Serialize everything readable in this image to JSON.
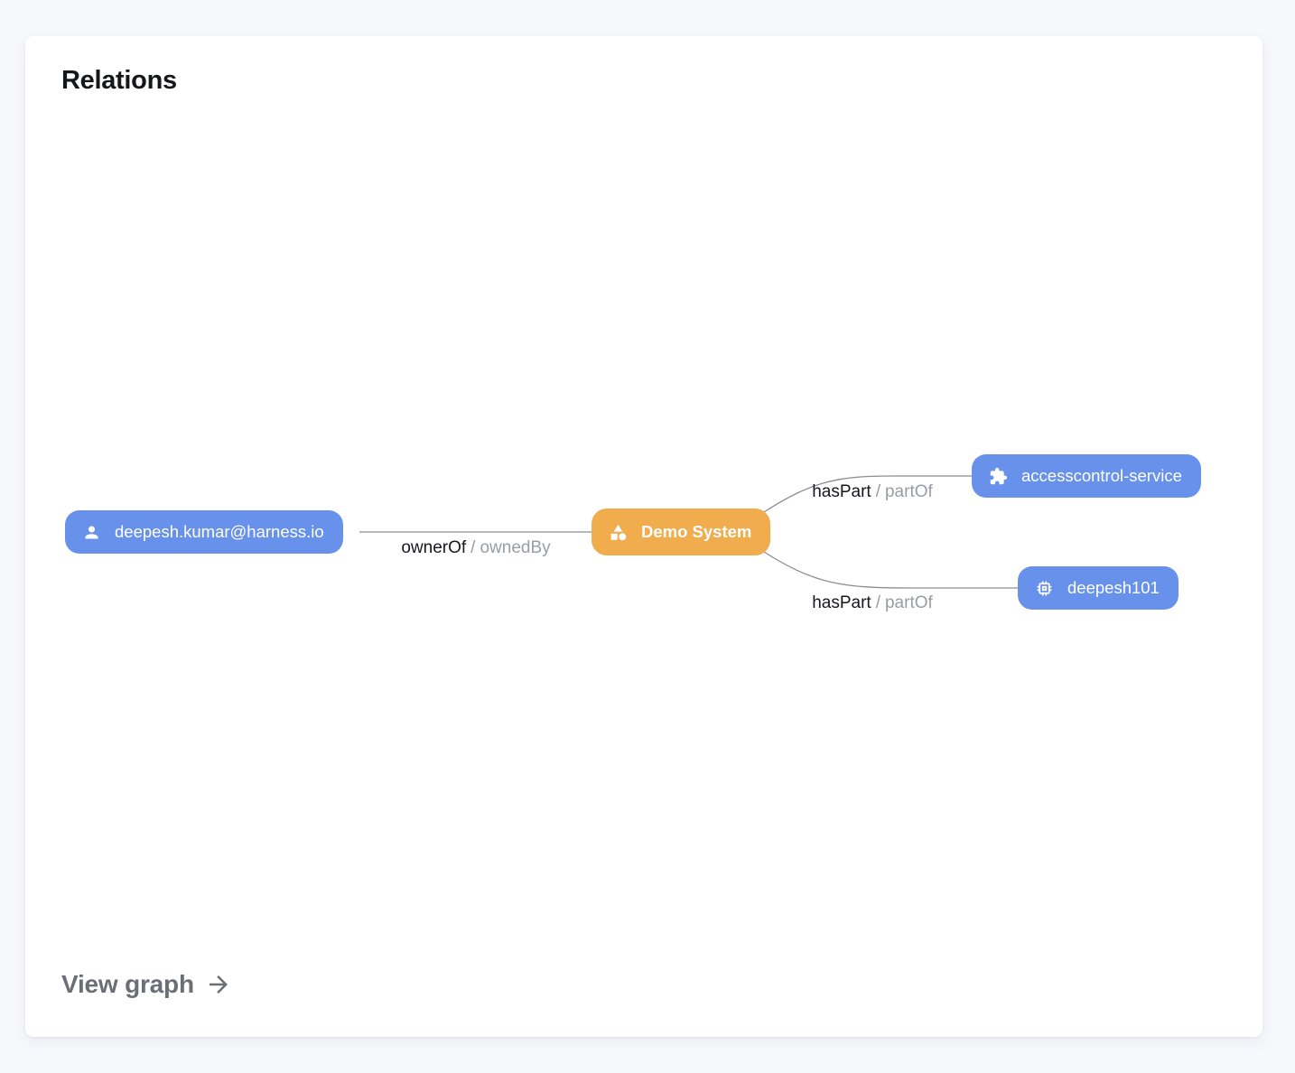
{
  "card": {
    "title": "Relations",
    "footer_link_label": "View graph"
  },
  "colors": {
    "page_background": "#f7f8fc",
    "card_background": "#ffffff",
    "node_blue": "#6791ea",
    "node_orange": "#f0ac4d",
    "edge_stroke": "#8b8e95",
    "edge_label_primary": "#17171f",
    "edge_label_secondary": "#989ca5",
    "title_text": "#16161d",
    "footer_text": "#6b6e74"
  },
  "nodes": [
    {
      "id": "user",
      "label": "deepesh.kumar@harness.io",
      "icon": "person-icon",
      "color": "blue"
    },
    {
      "id": "system",
      "label": "Demo System",
      "icon": "category-icon",
      "color": "orange"
    },
    {
      "id": "service",
      "label": "accesscontrol-service",
      "icon": "puzzle-icon",
      "color": "blue"
    },
    {
      "id": "component",
      "label": "deepesh101",
      "icon": "chip-icon",
      "color": "blue"
    }
  ],
  "edges": [
    {
      "from": "user",
      "to": "system",
      "primary": "ownerOf",
      "separator": "/",
      "secondary": "ownedBy"
    },
    {
      "from": "system",
      "to": "service",
      "primary": "hasPart",
      "separator": "/",
      "secondary": "partOf"
    },
    {
      "from": "system",
      "to": "component",
      "primary": "hasPart",
      "separator": "/",
      "secondary": "partOf"
    }
  ]
}
